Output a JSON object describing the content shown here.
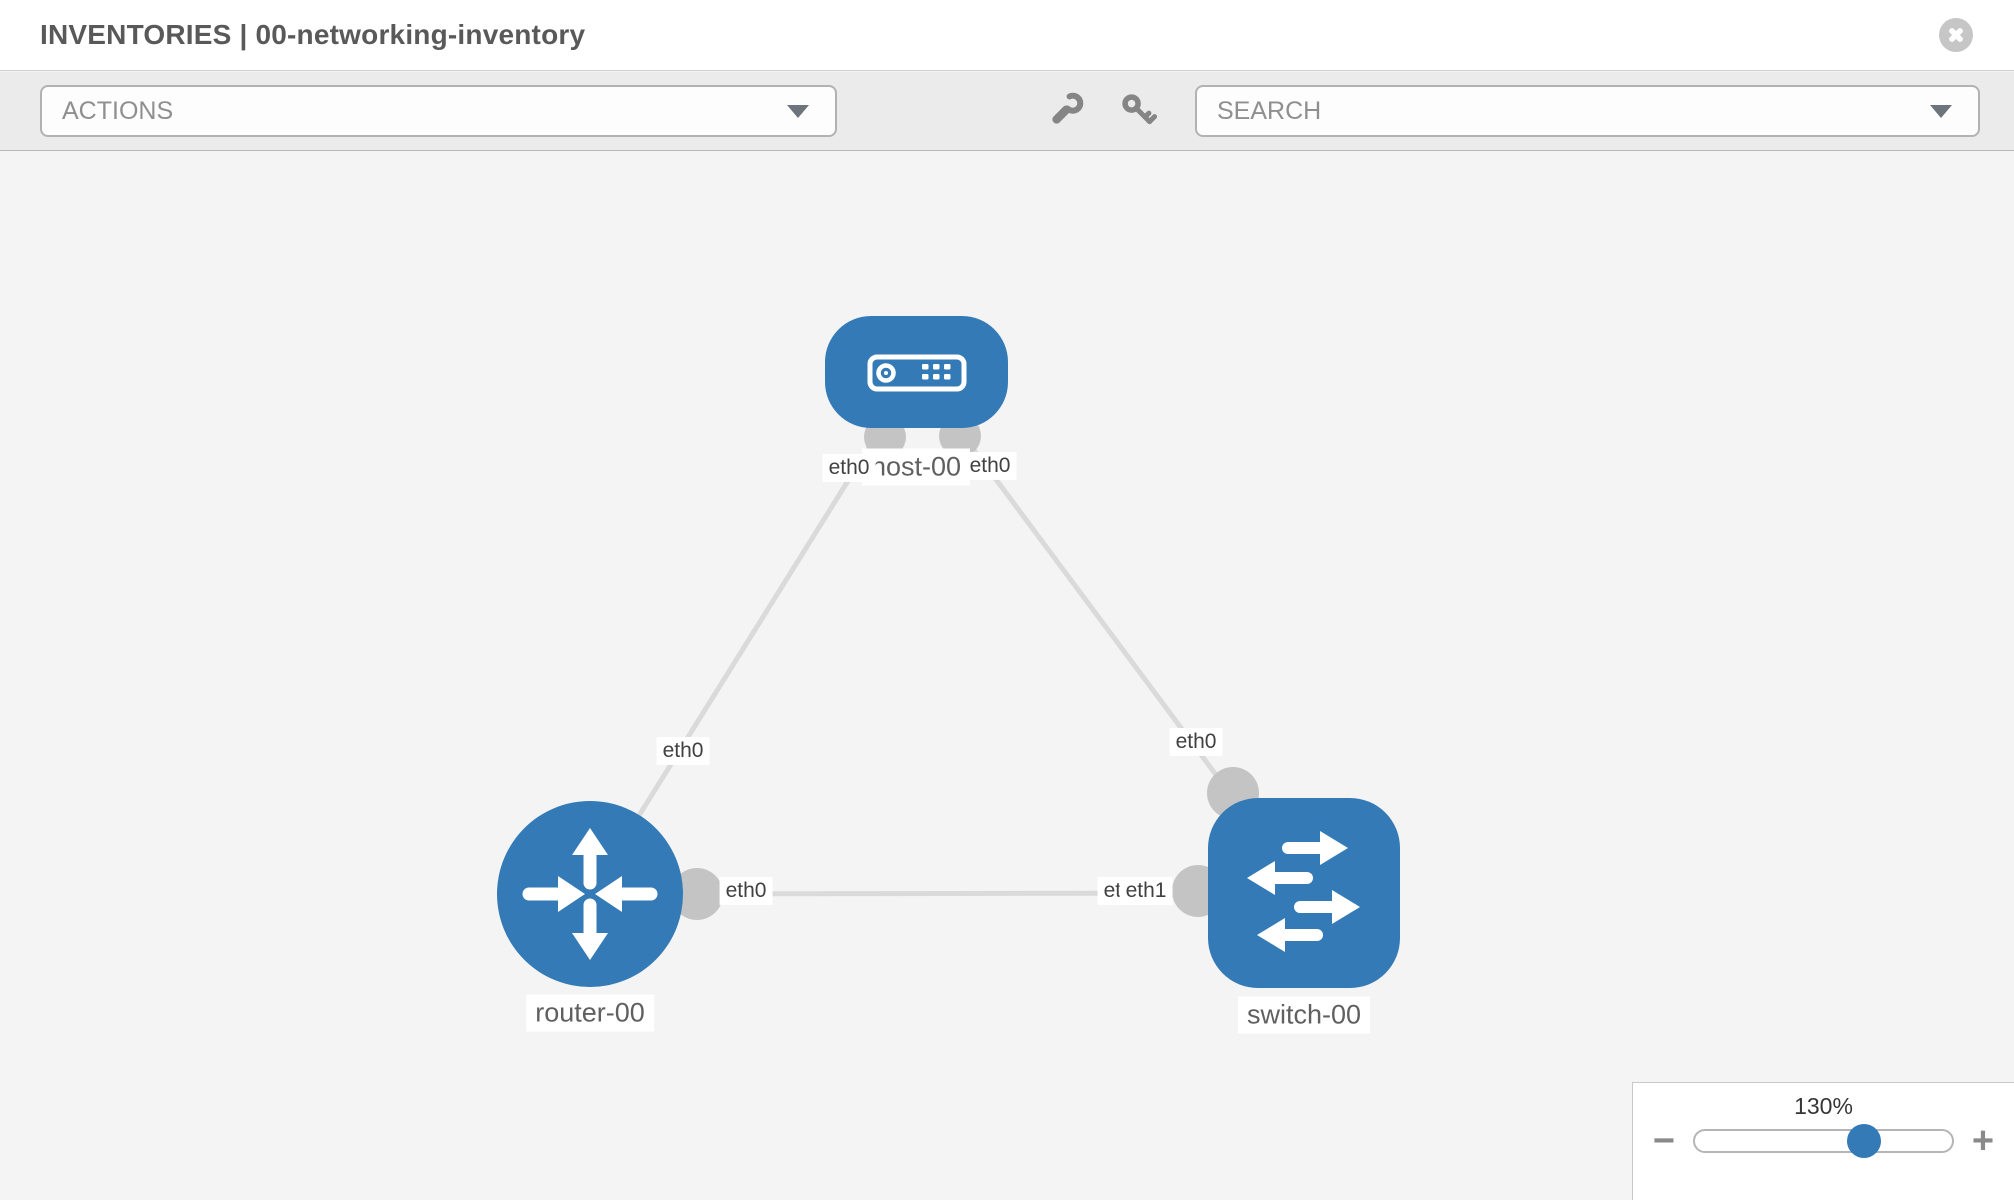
{
  "header": {
    "title": "INVENTORIES | 00-networking-inventory",
    "close_icon": "circle-x"
  },
  "toolbar": {
    "actions_dropdown": {
      "placeholder": "ACTIONS"
    },
    "icons": [
      {
        "name": "wrench-icon"
      },
      {
        "name": "key-icon"
      }
    ],
    "search_dropdown": {
      "placeholder": "SEARCH"
    }
  },
  "topology": {
    "nodes": [
      {
        "id": "host-00",
        "type": "host",
        "label": "host-00",
        "shape": "pill"
      },
      {
        "id": "router-00",
        "type": "router",
        "label": "router-00",
        "shape": "circle"
      },
      {
        "id": "switch-00",
        "type": "switch",
        "label": "switch-00",
        "shape": "rounded-square"
      }
    ],
    "links": [
      {
        "source": "router-00",
        "target": "host-00",
        "source_interface": "eth0",
        "target_interface": "eth0"
      },
      {
        "source": "host-00",
        "target": "switch-00",
        "source_interface": "eth0",
        "target_interface": "eth0"
      },
      {
        "source": "router-00",
        "target": "switch-00",
        "source_interface": "eth0",
        "target_interface": "eth1"
      }
    ],
    "interface_labels": [
      {
        "text": "eth0",
        "node": "host-00"
      },
      {
        "text": "eth0",
        "node": "host-00"
      },
      {
        "text": "eth0",
        "node": "router-00"
      },
      {
        "text": "eth0",
        "node": "switch-00"
      },
      {
        "text": "eth0",
        "node": "router-00"
      },
      {
        "text": "eth0",
        "node": "switch-00"
      },
      {
        "text": "eth1",
        "node": "switch-00"
      }
    ]
  },
  "zoom_control": {
    "level": "130%",
    "minus": "−",
    "plus": "+"
  },
  "colors": {
    "node_fill": "#337ab7",
    "link": "#dadada",
    "interface_bubble": "#c4c4c4",
    "canvas_bg": "#f4f4f4",
    "toolbar_bg": "#ebebeb"
  }
}
